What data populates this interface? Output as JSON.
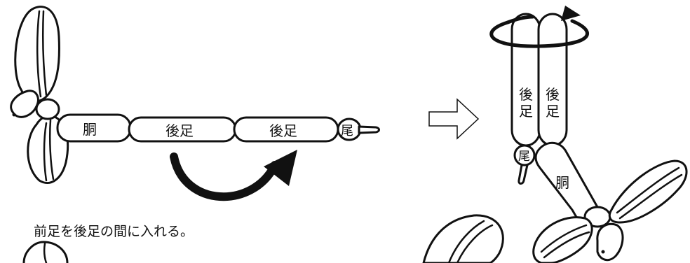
{
  "labels": {
    "body": "胴",
    "hind_leg_1": "後足",
    "hind_leg_2": "後足",
    "tail": "尾",
    "right_hind_1": "後\n足",
    "right_hind_2": "後\n足",
    "right_tail": "尾",
    "right_body": "胴"
  },
  "instruction": "前足を後足の間に入れる。",
  "colors": {
    "stroke": "#111111",
    "background": "#ffffff"
  }
}
